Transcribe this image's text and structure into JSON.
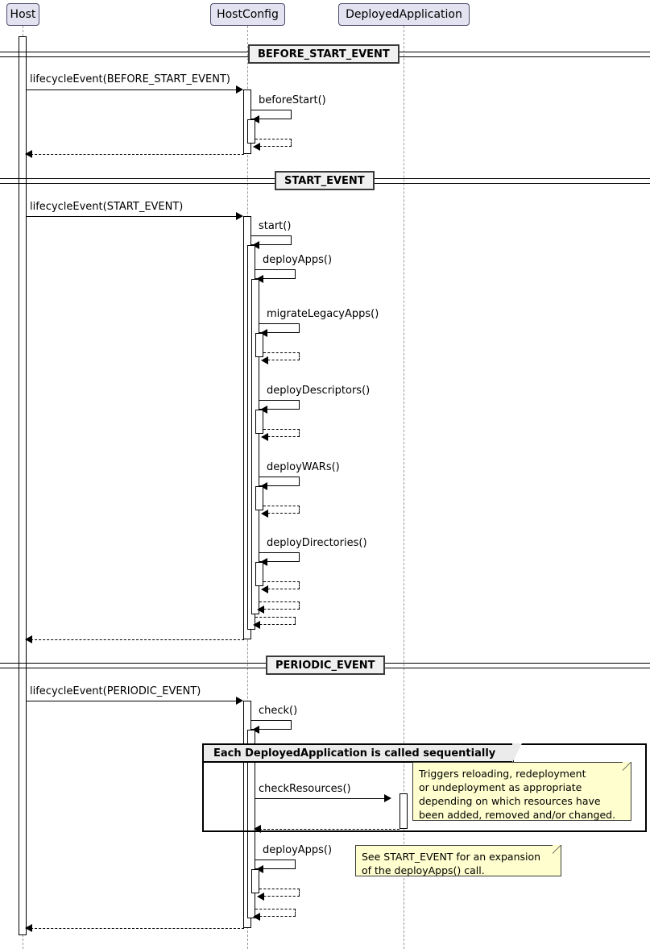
{
  "diagram": {
    "type": "uml-sequence-diagram",
    "title": "Host lifecycle sequence",
    "colors": {
      "participant_fill": "#E2E2F0",
      "participant_border": "#4A4A6A",
      "note_fill": "#FEFECE",
      "note_border": "#3A3A3A",
      "divider_fill": "#F0F0F0",
      "fragment_tab_fill": "#EBEBEB",
      "line": "#000000",
      "lifeline": "#9A9A9A",
      "background": "#FFFFFF"
    }
  },
  "participants": [
    {
      "name": "Host",
      "label": "Host"
    },
    {
      "name": "HostConfig",
      "label": "HostConfig"
    },
    {
      "name": "DeployedApplication",
      "label": "DeployedApplication"
    }
  ],
  "dividers": [
    {
      "label": "BEFORE_START_EVENT"
    },
    {
      "label": "START_EVENT"
    },
    {
      "label": "PERIODIC_EVENT"
    }
  ],
  "messages": [
    {
      "label": "lifecycleEvent(BEFORE_START_EVENT)",
      "from": "Host",
      "to": "HostConfig",
      "kind": "call"
    },
    {
      "label": "beforeStart()",
      "from": "HostConfig",
      "to": "HostConfig",
      "kind": "self-call"
    },
    {
      "label": "lifecycleEvent(START_EVENT)",
      "from": "Host",
      "to": "HostConfig",
      "kind": "call"
    },
    {
      "label": "start()",
      "from": "HostConfig",
      "to": "HostConfig",
      "kind": "self-call"
    },
    {
      "label": "deployApps()",
      "from": "HostConfig",
      "to": "HostConfig",
      "kind": "self-call"
    },
    {
      "label": "migrateLegacyApps()",
      "from": "HostConfig",
      "to": "HostConfig",
      "kind": "self-call"
    },
    {
      "label": "deployDescriptors()",
      "from": "HostConfig",
      "to": "HostConfig",
      "kind": "self-call"
    },
    {
      "label": "deployWARs()",
      "from": "HostConfig",
      "to": "HostConfig",
      "kind": "self-call"
    },
    {
      "label": "deployDirectories()",
      "from": "HostConfig",
      "to": "HostConfig",
      "kind": "self-call"
    },
    {
      "label": "lifecycleEvent(PERIODIC_EVENT)",
      "from": "Host",
      "to": "HostConfig",
      "kind": "call"
    },
    {
      "label": "check()",
      "from": "HostConfig",
      "to": "HostConfig",
      "kind": "self-call"
    },
    {
      "label": "checkResources()",
      "from": "HostConfig",
      "to": "DeployedApplication",
      "kind": "call"
    },
    {
      "label": "deployApps()",
      "from": "HostConfig",
      "to": "HostConfig",
      "kind": "self-call"
    }
  ],
  "fragments": [
    {
      "label": "Each DeployedApplication is called sequentially"
    }
  ],
  "notes": [
    {
      "text": "Triggers reloading, redeployment\nor undeployment as appropriate\ndepending on which resources have\nbeen added, removed and/or changed."
    },
    {
      "text": "See START_EVENT for an expansion\nof the deployApps() call."
    }
  ]
}
